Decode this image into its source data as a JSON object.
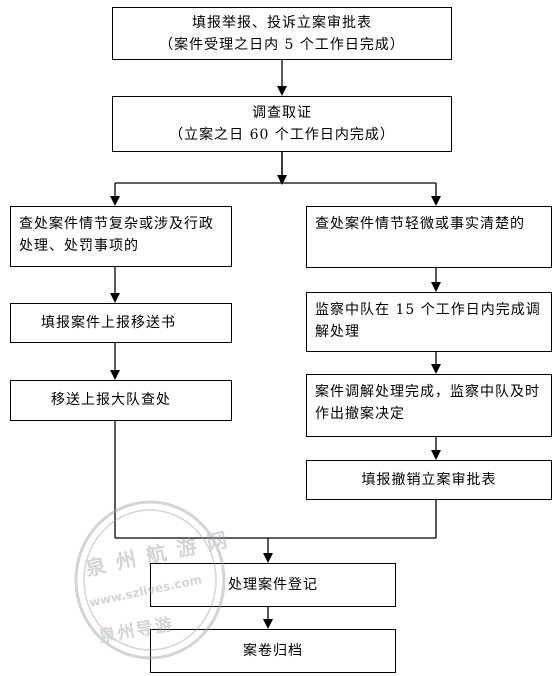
{
  "nodes": {
    "n1": {
      "line1": "填报举报、投诉立案审批表",
      "line2": "（案件受理之日内 5 个工作日完成）"
    },
    "n2": {
      "line1": "调查取证",
      "line2": "（立案之日 60 个工作日内完成）"
    },
    "n3": {
      "text": "查处案件情节复杂或涉及行政处理、处罚事项的"
    },
    "n4": {
      "text": "查处案件情节轻微或事实清楚的"
    },
    "n5": {
      "text": "填报案件上报移送书"
    },
    "n6": {
      "text": "监察中队在 15 个工作日内完成调解处理"
    },
    "n7": {
      "text": "移送上报大队查处"
    },
    "n8": {
      "text": "案件调解处理完成，监察中队及时作出撤案决定"
    },
    "n9": {
      "text": "填报撤销立案审批表"
    },
    "n10": {
      "text": "处理案件登记"
    },
    "n11": {
      "text": "案卷归档"
    }
  },
  "watermark": {
    "top": "泉 州 航 游 网",
    "url": "www.szlives.com",
    "bottom": "泉州导游"
  }
}
